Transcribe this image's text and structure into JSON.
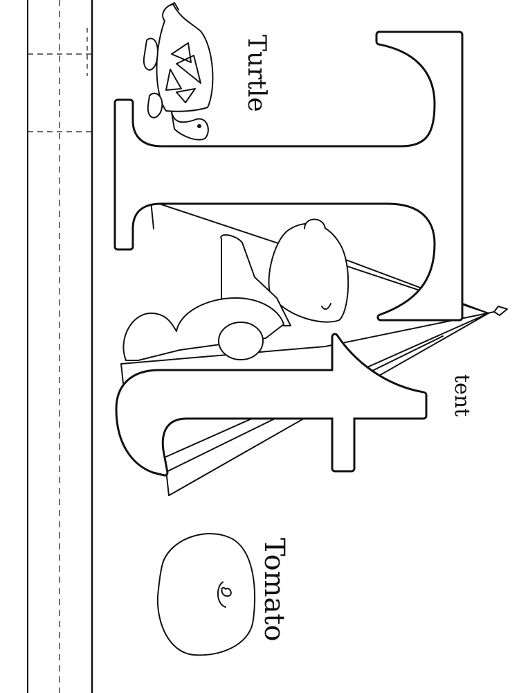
{
  "worksheet": {
    "letter_upper": "T",
    "letter_lower": "t",
    "words": {
      "turtle": "Turtle",
      "tent": "tent",
      "tomato": "Tomato"
    },
    "icons": {
      "turtle": "turtle-drawing-icon",
      "tent": "tent-drawing-icon",
      "tomato": "tomato-drawing-icon",
      "bear": "teddy-bear-drawing-icon"
    },
    "ink_color": "#111111",
    "paper_color": "#ffffff"
  }
}
